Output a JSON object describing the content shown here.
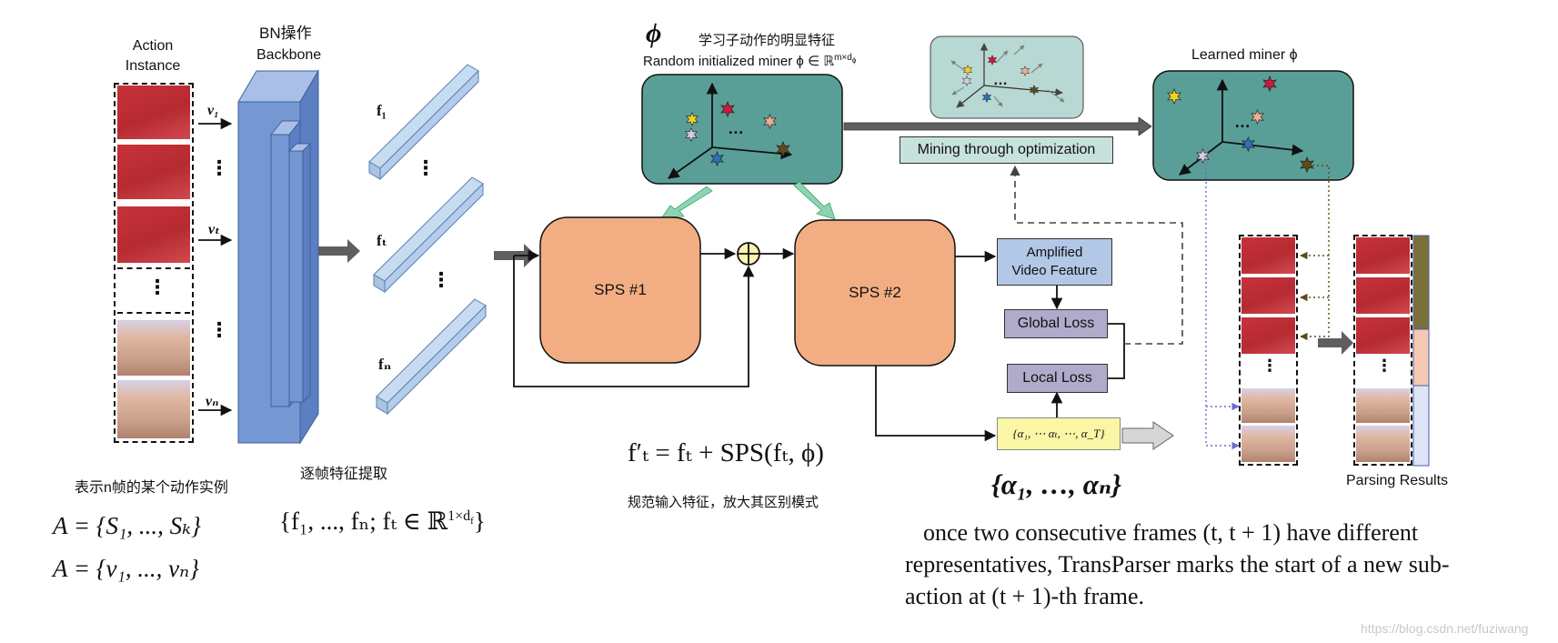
{
  "left": {
    "action_instance": [
      "Action",
      "Instance"
    ],
    "bn_op": "BN操作",
    "backbone": "Backbone",
    "v_labels": [
      "v₁",
      "vₜ",
      "vₙ"
    ],
    "vdots": "⋮",
    "caption_cn_frames": "表示n帧的某个动作实例",
    "caption_cn_feat": "逐帧特征提取",
    "feature_labels": [
      "f₁",
      "fₜ",
      "fₙ"
    ]
  },
  "top": {
    "phi_symbol": "ϕ",
    "phi_cn": "学习子动作的明显特征",
    "random_miner": "Random initialized miner ϕ ∈ ℝ",
    "random_miner_sup": "m×d",
    "random_miner_sup_sub": "ϕ",
    "learned_miner": "Learned miner ϕ",
    "mining_label": "Mining through optimization",
    "ellipsis": "…"
  },
  "middle": {
    "sps1": "SPS #1",
    "sps2": "SPS #2",
    "amplified": [
      "Amplified",
      "Video Feature"
    ],
    "global_loss": "Global Loss",
    "local_loss": "Local Loss",
    "alpha_box": "{α₁, ⋯ αₜ, ⋯, α_T}",
    "formula_ft": "f′ₜ = fₜ + SPS(fₜ, ϕ)",
    "formula_cn": "规范输入特征，放大其区别模式",
    "alpha_set": "{α₁, …, αₙ}"
  },
  "right": {
    "parsing_results": "Parsing Results",
    "paragraph": [
      "once two consecutive frames (t, t + 1) have different",
      "representatives, TransParser marks the start of a new sub-",
      "action at (t + 1)-th frame."
    ],
    "watermark": "https://blog.csdn.net/fuziwang"
  },
  "equations": {
    "A_S": "A = {S₁, ..., Sₖ}",
    "A_f": "{f₁, ..., fₙ; fₜ ∈ ℝ",
    "A_f_sup": "1×d",
    "A_f_sup_sub": "f",
    "A_f_close": "}",
    "A_v": "A = {v₁, ..., vₙ}"
  },
  "colors": {
    "teal": "#5a9f97",
    "teal_light": "#b7d8d3",
    "sps_orange": "#f2ae82",
    "amplified_blue": "#b3c7e6",
    "loss_purple": "#b0aacb",
    "alpha_yellow": "#fbf6a6",
    "backbone_blue": "#7698d2",
    "feature_blue": "#c7dcf0",
    "star_yellow": "#f0d02a",
    "star_red": "#c81c3c",
    "star_salmon": "#eeae92",
    "star_blue": "#2e70b8",
    "star_olive": "#5e4c1c",
    "star_lilac": "#d7cbe0",
    "seg_olive": "#7b6f3b",
    "seg_peach": "#f5c9b2",
    "seg_lavender": "#dde5f7"
  }
}
